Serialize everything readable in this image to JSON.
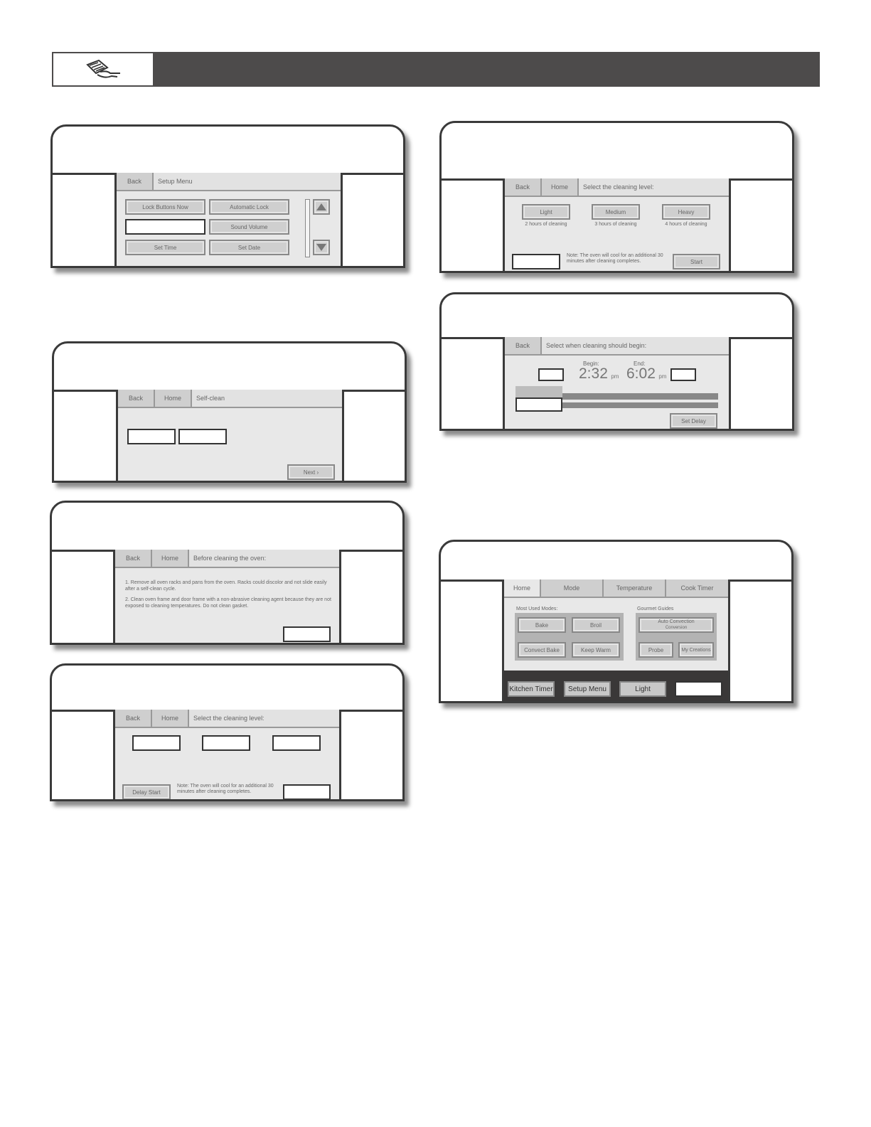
{
  "p1": {
    "back": "Back",
    "title": "Setup Menu",
    "lock_now": "Lock Buttons Now",
    "auto_lock": "Automatic Lock",
    "sound": "Sound Volume",
    "set_time": "Set Time",
    "set_date": "Set Date"
  },
  "p2": {
    "back": "Back",
    "home": "Home",
    "title": "Self-clean",
    "next": "Next ›"
  },
  "p3": {
    "back": "Back",
    "home": "Home",
    "title": "Before cleaning the oven:",
    "step1": "1. Remove all oven racks and pans from the oven. Racks could discolor and not slide easily after a self-clean cycle.",
    "step2": "2. Clean oven frame and door frame with a non-abrasive cleaning agent because they are not exposed to cleaning temperatures. Do not clean gasket."
  },
  "p4": {
    "back": "Back",
    "home": "Home",
    "title": "Select the cleaning level:",
    "delay": "Delay Start",
    "note": "Note: The oven will cool for an additional 30 minutes after cleaning completes."
  },
  "p5": {
    "back": "Back",
    "home": "Home",
    "title": "Select the cleaning level:",
    "light": "Light",
    "light_sub": "2 hours of cleaning",
    "medium": "Medium",
    "medium_sub": "3 hours of cleaning",
    "heavy": "Heavy",
    "heavy_sub": "4 hours of cleaning",
    "note": "Note: The oven will cool for an additional 30 minutes after cleaning completes.",
    "start": "Start"
  },
  "p6": {
    "back": "Back",
    "title": "Select when cleaning should begin:",
    "begin_label": "Begin:",
    "begin_time": "2:32",
    "begin_ampm": "pm",
    "end_label": "End:",
    "end_time": "6:02",
    "end_ampm": "pm",
    "set_delay": "Set Delay"
  },
  "p7": {
    "tab_home": "Home",
    "tab_mode": "Mode",
    "tab_temp": "Temperature",
    "tab_timer": "Cook Timer",
    "most_used": "Most Used Modes:",
    "gourmet": "Gourmet Guides",
    "bake": "Bake",
    "broil": "Broil",
    "convect_bake": "Convect Bake",
    "keep_warm": "Keep Warm",
    "auto_conv": "Auto Convection",
    "conversion": "Conversion",
    "probe": "Probe",
    "my_creations": "My Creations",
    "kitchen_timer": "Kitchen Timer",
    "setup_menu": "Setup Menu",
    "light": "Light"
  }
}
